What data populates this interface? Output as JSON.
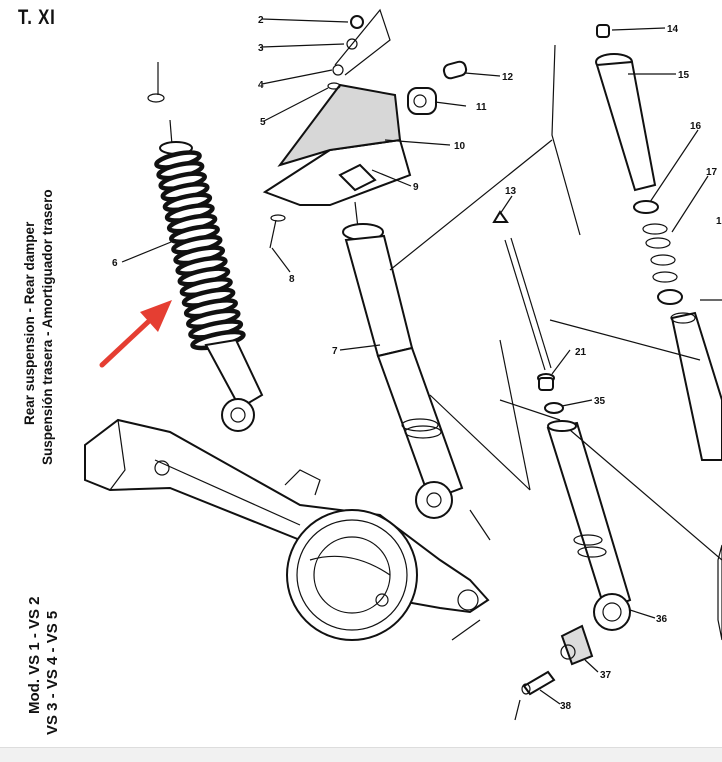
{
  "plate": "T. XI",
  "title_lines": [
    "Rear suspension - Rear damper",
    "Suspensión trasera - Amortiguador trasero"
  ],
  "model_lines": [
    "Mod. VS 1 - VS 2",
    "VS 3 - VS 4 - VS 5"
  ],
  "callouts": [
    "1",
    "2",
    "3",
    "4",
    "5",
    "6",
    "7",
    "8",
    "9",
    "10",
    "11",
    "12",
    "13",
    "14",
    "15",
    "16",
    "17",
    "21",
    "35",
    "36",
    "37",
    "38"
  ],
  "colors": {
    "arrow": "#e53e32",
    "ink": "#111111"
  }
}
